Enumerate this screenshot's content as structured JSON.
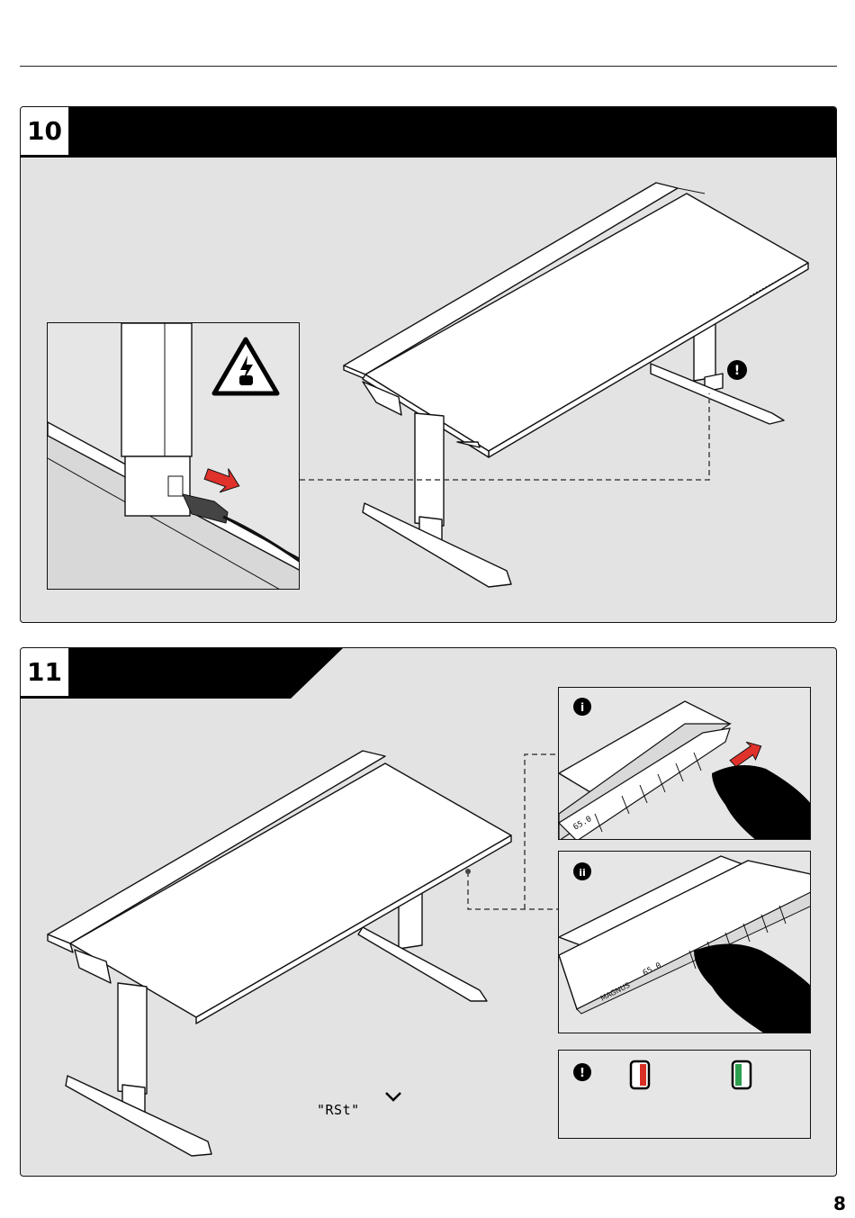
{
  "page": {
    "number": "8"
  },
  "steps": [
    {
      "number": "10"
    },
    {
      "number": "11",
      "reset_code": "\"RSt\""
    }
  ],
  "step11": {
    "insets": [
      {
        "marker": "i",
        "display_value": "65.0"
      },
      {
        "marker": "ii",
        "display_value": "65.0",
        "brand": "MAGNUS"
      },
      {
        "marker": "!"
      }
    ]
  },
  "colors": {
    "panel": "#e3e3e3",
    "arrow": "#e0322b",
    "led_red": "#d93025",
    "led_green": "#2e9e4f"
  }
}
